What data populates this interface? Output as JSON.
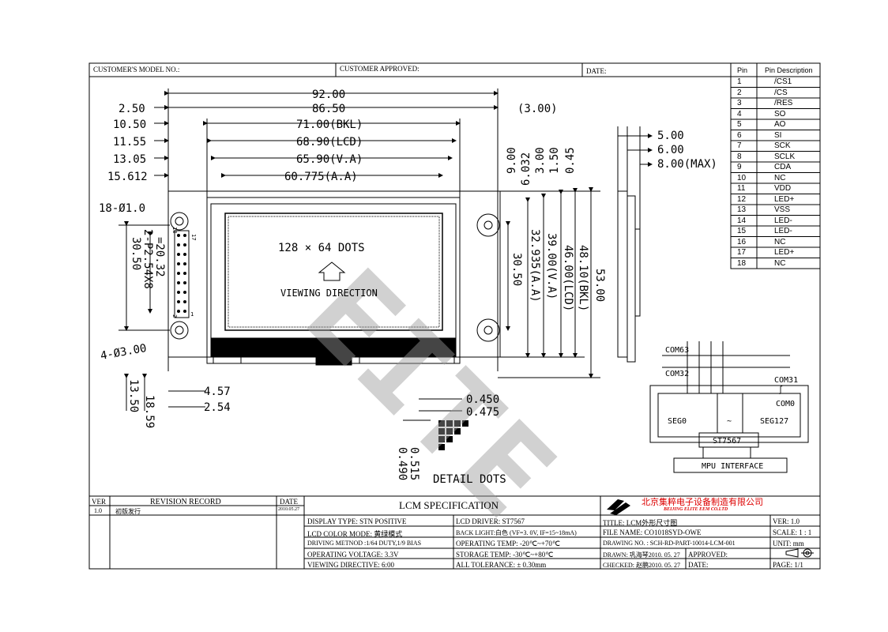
{
  "header": {
    "model_label": "CUSTOMER'S MODEL NO.:",
    "approved_label": "CUSTOMER APPROVED:",
    "date_label": "DATE:"
  },
  "pin_table": {
    "col_pin": "Pin",
    "col_desc": "Pin Description",
    "rows": [
      {
        "pin": "1",
        "desc": "/CS1"
      },
      {
        "pin": "2",
        "desc": "/CS"
      },
      {
        "pin": "3",
        "desc": "/RES"
      },
      {
        "pin": "4",
        "desc": "SO"
      },
      {
        "pin": "5",
        "desc": "AO"
      },
      {
        "pin": "6",
        "desc": "SI"
      },
      {
        "pin": "7",
        "desc": "SCK"
      },
      {
        "pin": "8",
        "desc": "SCLK"
      },
      {
        "pin": "9",
        "desc": "CDA"
      },
      {
        "pin": "10",
        "desc": "NC"
      },
      {
        "pin": "11",
        "desc": "VDD"
      },
      {
        "pin": "12",
        "desc": "LED+"
      },
      {
        "pin": "13",
        "desc": "VSS"
      },
      {
        "pin": "14",
        "desc": "LED-"
      },
      {
        "pin": "15",
        "desc": "LED-"
      },
      {
        "pin": "16",
        "desc": "NC"
      },
      {
        "pin": "17",
        "desc": "LED+"
      },
      {
        "pin": "18",
        "desc": "NC"
      }
    ]
  },
  "dims": {
    "top": [
      "92.00",
      "86.50",
      "71.00(BKL)",
      "68.90(LCD)",
      "65.90(V.A)",
      "60.775(A.A)"
    ],
    "left": [
      "2.50",
      "10.50",
      "11.55",
      "13.05",
      "15.612"
    ],
    "right_top": "(3.00)",
    "vert": [
      "9.00",
      "6.032",
      "3.00",
      "1.50",
      "0.45"
    ],
    "side": [
      "5.00",
      "6.00",
      "8.00(MAX)"
    ],
    "hole": "18-Ø1.0",
    "pitch": "2-P2.54X8",
    "pitch2": "=20.32",
    "h3050": "30.50",
    "h3050b": "30.50",
    "mount": "4-Ø3.00",
    "va": "32.935(A.A)",
    "vva": "39.00(V.A)",
    "lcd": "46.00(LCD)",
    "bkl": "48.10(BKL)",
    "total": "53.00",
    "b457": "4.57",
    "b254": "2.54",
    "b1350": "13.50",
    "b1859": "18.59",
    "d450": "0.450",
    "d475": "0.475",
    "d515": "0.515",
    "d490": "0.490",
    "pin1": "1",
    "pin17": "17",
    "pin18": "18",
    "pin2": "2"
  },
  "display": {
    "dots": "128 × 64 DOTS",
    "viewing": "VIEWING DIRECTION",
    "detail": "DETAIL DOTS"
  },
  "block": {
    "com63": "COM63",
    "com32": "COM32",
    "com31": "COM31",
    "com0": "COM0",
    "seg0": "SEG0",
    "seg127": "SEG127",
    "tilde": "~",
    "wave": "∫",
    "chip": "ST7567",
    "mpu": "MPU INTERFACE"
  },
  "watermark": "EITE",
  "title_block": {
    "ver_h": "VER",
    "rev_h": "REVISION RECORD",
    "date_h": "DATE",
    "ver_v": "1.0",
    "rev_v": "初版发行",
    "date_v": "2010.05.27",
    "spec": "LCM  SPECIFICATION",
    "company_cn": "北京集粹电子设备制造有限公司",
    "company_en": "BEIJING ELITE EEM CO.LTD",
    "r1": [
      "DISPLAY  TYPE:  STN  POSITIVE",
      "LCD DRIVER: ST7567",
      "TITLE:  LCM外形尺寸图",
      "VER: 1.0"
    ],
    "r2": [
      "LCD COLOR  MODE: 黄绿模式",
      "BACK LIGHT:白色 (VF=3. 0V, IF=15~18mA)",
      "FILE NAME: CO1018SYD-OWE",
      "SCALE: 1 : 1"
    ],
    "r3": [
      "DRIVING METNOD :1/64  DUTY,1/9 BIAS",
      "OPERATING TEMP: -20℃~+70℃",
      "DRAWING  NO. : SCH-RD-PART-10014-LCM-001",
      "UNIT:  mm"
    ],
    "r4": [
      "OPERATING VOLTAGE: 3.3V",
      "STORAGE TEMP: -30℃~+80℃",
      "DRAWN: 巩海琴2010. 05. 27",
      "APPROVED:"
    ],
    "r5": [
      "VIEWING DIRECTIVE: 6:00",
      "ALL TOLERANCE: ± 0.30mm",
      "CHECKED: 赵鹏2010. 05. 27",
      "DATE:",
      "PAGE: 1/1"
    ]
  }
}
